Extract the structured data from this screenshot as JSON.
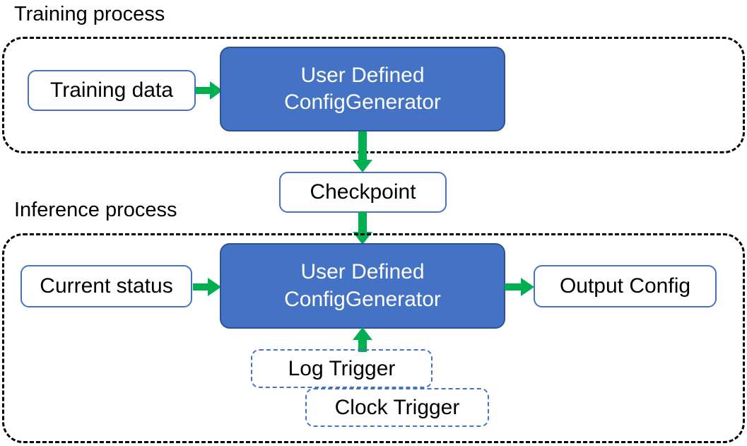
{
  "diagram": {
    "title_training": "Training process",
    "title_inference": "Inference process",
    "colors": {
      "blue_fill": "#4472C4",
      "blue_border": "#2E5395",
      "outline_blue": "#4472C4",
      "arrow_green": "#00B050",
      "container_dash": "#000000",
      "text_dark": "#000000",
      "text_light": "#FFFFFF"
    },
    "nodes": {
      "training_data": "Training data",
      "generator_training_line1": "User Defined",
      "generator_training_line2": "ConfigGenerator",
      "checkpoint": "Checkpoint",
      "current_status": "Current status",
      "generator_inference_line1": "User Defined",
      "generator_inference_line2": "ConfigGenerator",
      "output_config": "Output Config",
      "log_trigger": "Log Trigger",
      "clock_trigger": "Clock Trigger"
    },
    "edges": [
      {
        "id": "training-data-to-generator",
        "from": "Training data",
        "to": "User Defined ConfigGenerator",
        "direction": "right"
      },
      {
        "id": "generator-to-checkpoint",
        "from": "User Defined ConfigGenerator",
        "to": "Checkpoint",
        "direction": "down"
      },
      {
        "id": "checkpoint-to-generator",
        "from": "Checkpoint",
        "to": "User Defined ConfigGenerator",
        "direction": "down"
      },
      {
        "id": "current-status-to-generator",
        "from": "Current status",
        "to": "User Defined ConfigGenerator",
        "direction": "right"
      },
      {
        "id": "generator-to-output-config",
        "from": "User Defined ConfigGenerator",
        "to": "Output Config",
        "direction": "right"
      },
      {
        "id": "triggers-to-generator",
        "from": "Log Trigger / Clock Trigger",
        "to": "User Defined ConfigGenerator",
        "direction": "up"
      }
    ]
  }
}
